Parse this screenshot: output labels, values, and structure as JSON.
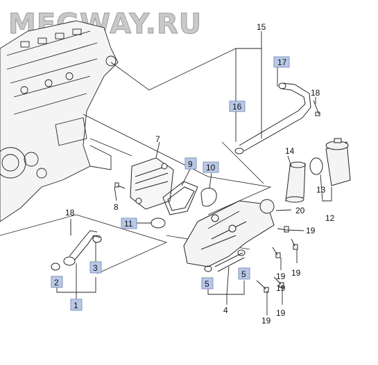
{
  "watermark": "MEGWAY.RU",
  "callouts": {
    "c1": "1",
    "c2": "2",
    "c3": "3",
    "c4": "4",
    "c5a": "5",
    "c5b": "5",
    "c7": "7",
    "c8": "8",
    "c9": "9",
    "c10": "10",
    "c11": "11",
    "c12": "12",
    "c13": "13",
    "c14": "14",
    "c15": "15",
    "c16": "16",
    "c17": "17",
    "c18a": "18",
    "c18b": "18",
    "c19a": "19",
    "c19b": "19",
    "c19c": "19",
    "c19d": "19",
    "c19e": "19",
    "c19f": "19",
    "c20": "20"
  },
  "colors": {
    "line": "#222222",
    "highlight": "#b9c8e6",
    "watermark": "#c9c9c9"
  }
}
